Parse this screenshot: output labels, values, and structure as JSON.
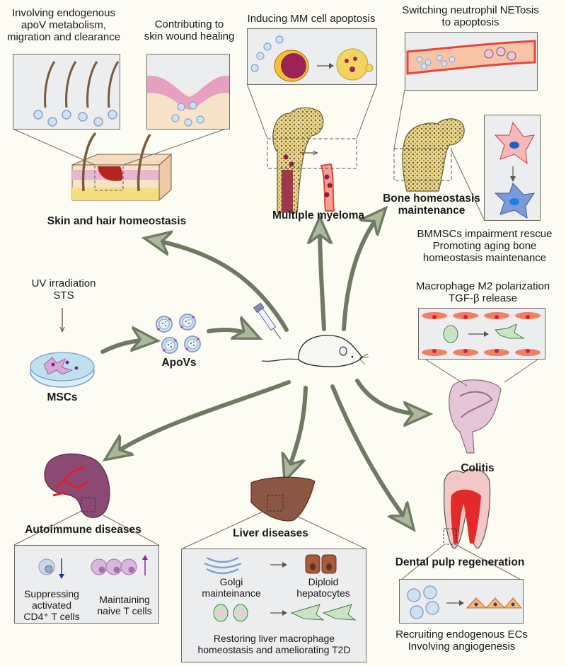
{
  "title": "ApoV therapeutic applications overview",
  "colors": {
    "background": "#fdfcf2",
    "arrow": "#6f7a62",
    "arrow_head_fill": "#a9b99a",
    "box_fill": "#ecedef",
    "box_border": "#6f6a63",
    "vessel_red": "#e0483a",
    "bone": "#ecd98a",
    "myeloma_cell": "#9b2356",
    "spleen": "#8a4a74",
    "liver": "#8b5642",
    "tooth_pulp": "#e12a2a",
    "msc_dish_cells": "#c98ac9"
  },
  "source": {
    "stimulus_lines": [
      "UV irradiation",
      "STS"
    ],
    "cells_label": "MSCs",
    "vesicles_label": "ApoVs",
    "injection": "syringe-icon",
    "animal": "mouse-icon"
  },
  "skin": {
    "caption_left": [
      "Involving endogenous",
      "apoV metabolism,",
      "migration and clearance"
    ],
    "caption_right": [
      "Contributing to",
      "skin wound healing"
    ],
    "title": "Skin and hair homeostasis"
  },
  "myeloma": {
    "caption": "Inducing MM cell apoptosis",
    "title": "Multiple myeloma"
  },
  "bone": {
    "caption_top": [
      "Switching neutrophil NETosis",
      "to apoptosis"
    ],
    "title": [
      "Bone homeostasis",
      "maintenance"
    ],
    "caption_bottom": [
      "BMMSCs impairment rescue",
      "Promoting aging bone",
      "homeostasis maintenance"
    ]
  },
  "colitis": {
    "caption": [
      "Macrophage M2 polarization",
      "TGF-β release"
    ],
    "title": "Colitis"
  },
  "autoimmune": {
    "title": "Autoimmune diseases",
    "left_caption": [
      "Suppressing",
      "activated",
      "CD4⁺ T cells"
    ],
    "right_caption": [
      "Maintaining",
      "naive T cells"
    ],
    "left_trend": "down",
    "right_trend": "up"
  },
  "liver": {
    "title": "Liver diseases",
    "row1_left": [
      "Golgi",
      "mainteinance"
    ],
    "row1_right": [
      "Diploid",
      "hepatocytes"
    ],
    "row2_caption": [
      "Restoring liver macrophage",
      "homeostasis and ameliorating T2D"
    ]
  },
  "dental": {
    "title": "Dental pulp regeneration",
    "caption": [
      "Recruiting endogenous ECs",
      "Involving angiogenesis"
    ]
  }
}
